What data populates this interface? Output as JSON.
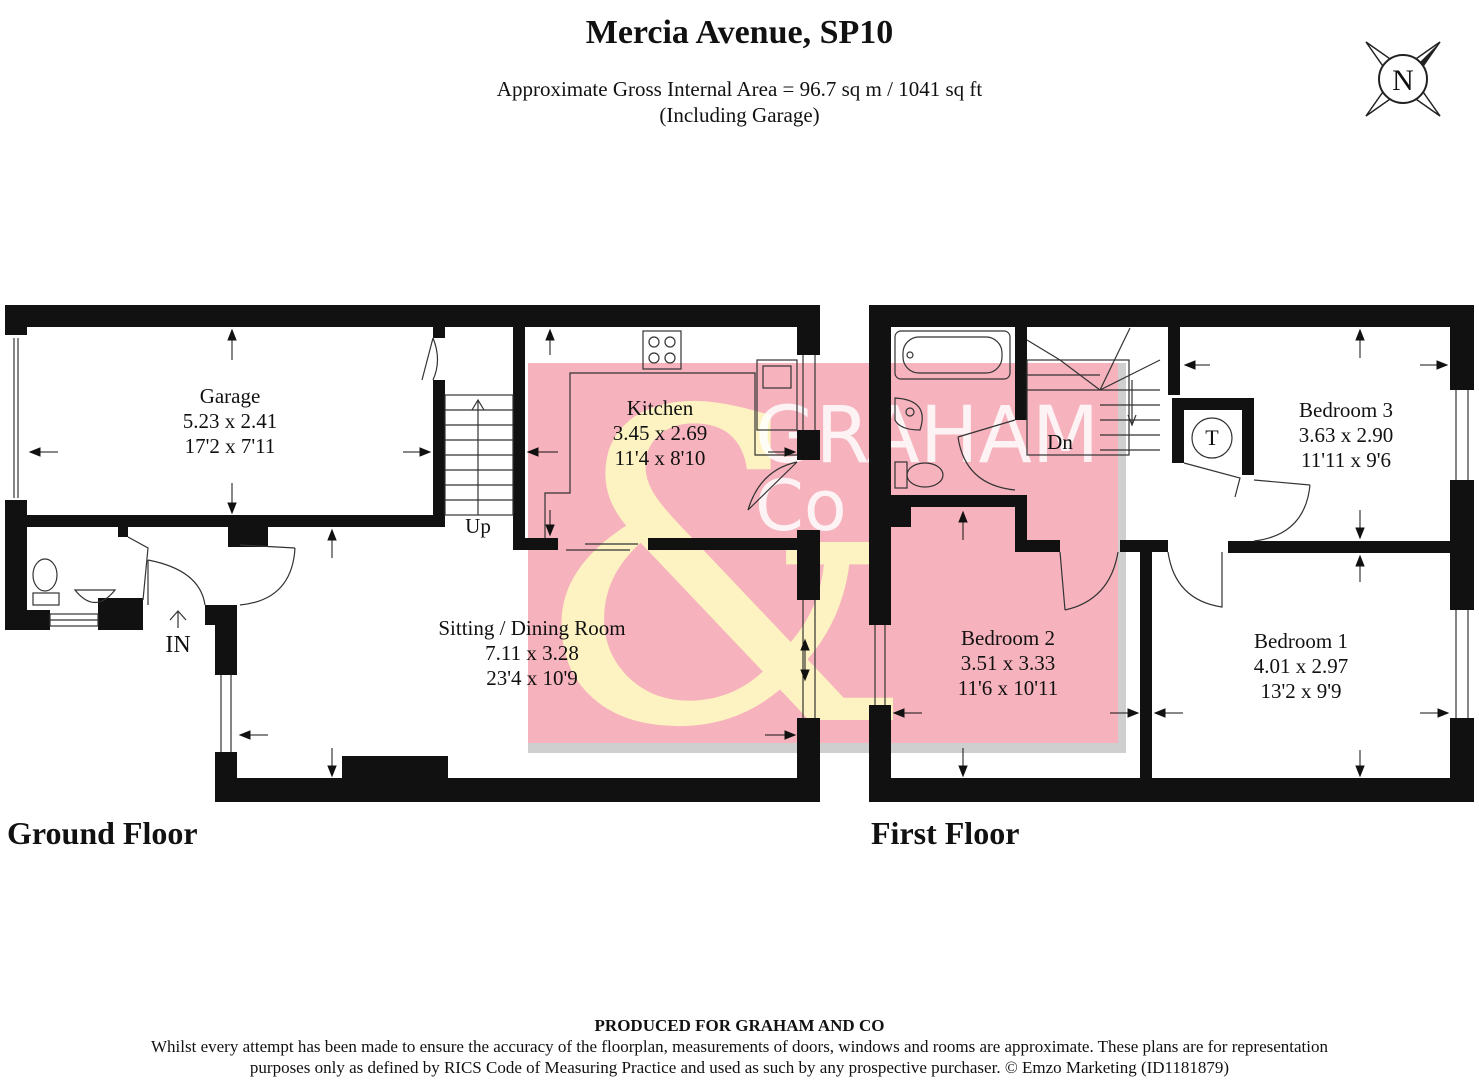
{
  "header": {
    "title": "Mercia Avenue, SP10",
    "area_line": "Approximate Gross Internal Area = 96.7 sq m / 1041 sq ft",
    "area_note": "(Including Garage)"
  },
  "compass": {
    "letter": "N",
    "icon": "north-compass-icon"
  },
  "watermark": {
    "text_line1": "GRAHAM",
    "text_line2": "Co",
    "symbol": "&",
    "bg_color": "#f6b3bd",
    "symbol_color": "#fdf3c2"
  },
  "ground_floor": {
    "label": "Ground Floor",
    "rooms": [
      {
        "id": "garage",
        "name": "Garage",
        "metric": "5.23 x 2.41",
        "imperial": "17'2 x 7'11"
      },
      {
        "id": "kitchen",
        "name": "Kitchen",
        "metric": "3.45 x 2.69",
        "imperial": "11'4 x 8'10"
      },
      {
        "id": "sitting",
        "name": "Sitting / Dining Room",
        "metric": "7.11 x 3.28",
        "imperial": "23'4 x 10'9"
      }
    ],
    "stairs_label": "Up",
    "entrance_label": "IN"
  },
  "first_floor": {
    "label": "First Floor",
    "rooms": [
      {
        "id": "bed3",
        "name": "Bedroom 3",
        "metric": "3.63 x 2.90",
        "imperial": "11'11 x 9'6"
      },
      {
        "id": "bed2",
        "name": "Bedroom 2",
        "metric": "3.51 x 3.33",
        "imperial": "11'6 x 10'11"
      },
      {
        "id": "bed1",
        "name": "Bedroom 1",
        "metric": "4.01 x 2.97",
        "imperial": "13'2 x 9'9"
      }
    ],
    "stairs_label": "Dn",
    "tank_label": "T"
  },
  "footer": {
    "produced": "PRODUCED FOR GRAHAM AND CO",
    "line1": "Whilst every attempt has been made to ensure the accuracy of the floorplan, measurements of doors, windows and rooms are approximate. These plans are for representation",
    "line2": "purposes only as defined by RICS Code of Measuring Practice and used as such by any prospective purchaser. © Emzo Marketing (ID1181879)"
  }
}
